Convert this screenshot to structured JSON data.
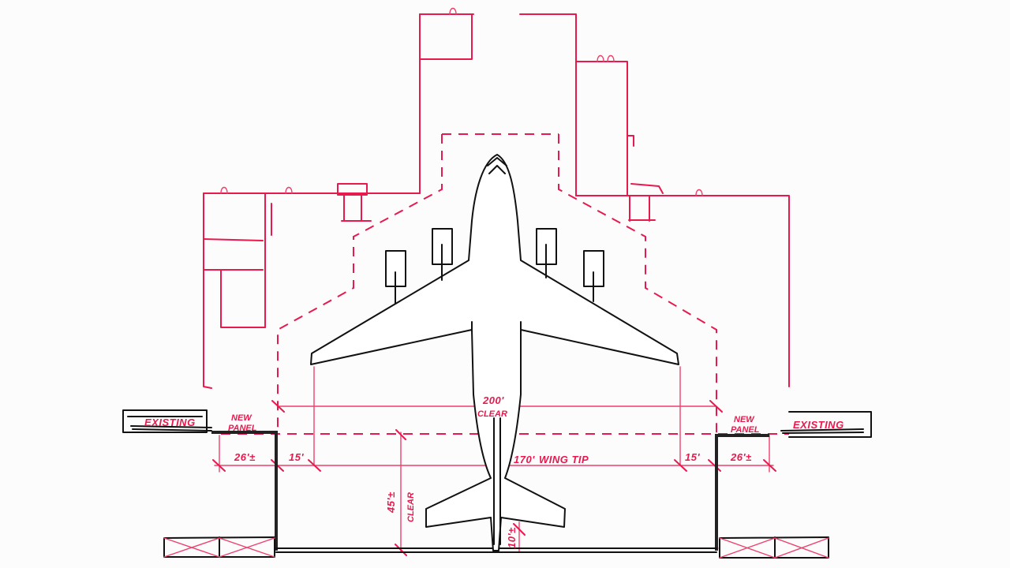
{
  "drawing": {
    "title": "Hangar plan sketch with aircraft clearances",
    "colors": {
      "existing_walls": "#e8194d",
      "aircraft": "#111111",
      "new_panels": "#222222",
      "background": "#fdfcfd"
    },
    "labels": {
      "existing_left": "EXISTING",
      "existing_right": "EXISTING",
      "new_panel_left_1": "NEW",
      "new_panel_left_2": "PANEL",
      "new_panel_right_1": "NEW",
      "new_panel_right_2": "PANEL",
      "clear_width": "200'",
      "clear_width_note": "CLEAR",
      "left_offset": "26'±",
      "right_offset": "26'±",
      "left_wingtip_gap": "15'",
      "right_wingtip_gap": "15'",
      "wingtip_span": "170'",
      "wingtip_note": "WING TIP",
      "depth_clear": "45'±",
      "depth_clear_note": "CLEAR",
      "tail_clear": "10'±"
    }
  }
}
